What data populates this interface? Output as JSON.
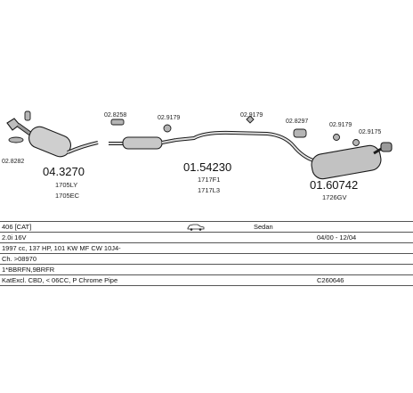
{
  "parts": [
    {
      "id": "p1",
      "code": "02.8282",
      "kind": "clamp"
    },
    {
      "id": "p2",
      "code": "04.3270",
      "kind": "part",
      "refs": [
        "1705LY",
        "1705EC"
      ]
    },
    {
      "id": "p3",
      "code": "02.8258",
      "kind": "clamp"
    },
    {
      "id": "p4",
      "code": "02.9179",
      "kind": "clamp"
    },
    {
      "id": "p5",
      "code": "01.54230",
      "kind": "part",
      "refs": [
        "1717F1",
        "1717L3"
      ]
    },
    {
      "id": "p6",
      "code": "02.9179",
      "kind": "clamp"
    },
    {
      "id": "p7",
      "code": "02.8297",
      "kind": "clamp"
    },
    {
      "id": "p8",
      "code": "02.9179",
      "kind": "clamp"
    },
    {
      "id": "p9",
      "code": "02.9175",
      "kind": "clamp"
    },
    {
      "id": "p10",
      "code": "01.60742",
      "kind": "part",
      "refs": [
        "1726GV"
      ]
    }
  ],
  "spec": {
    "model": "406 [CAT]",
    "body_icon": "sedan-car-icon",
    "body_type": "Sedan",
    "engine": "2.0i 16V",
    "years": "04/00 - 12/04",
    "tech": "1997 cc, 137 HP, 101 KW MF CW 10J4-",
    "ch": "Ch. >08970",
    "codes": "1*BBRFN,9BRFR",
    "notes": "KatExcl. CBD, < 06CC, P Chrome Pipe",
    "code": "C260646"
  }
}
